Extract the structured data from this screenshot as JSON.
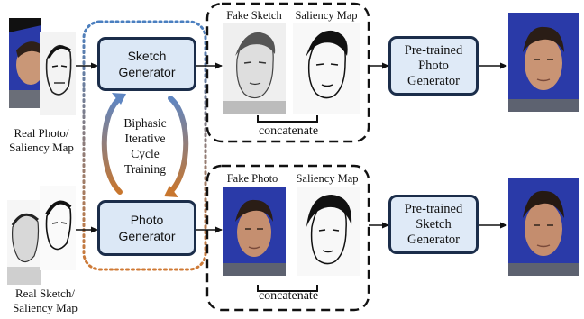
{
  "generators": {
    "sketch": [
      "Sketch",
      "Generator"
    ],
    "photo": [
      "Photo",
      "Generator"
    ],
    "pretrained_photo": [
      "Pre-trained",
      "Photo",
      "Generator"
    ],
    "pretrained_sketch": [
      "Pre-trained",
      "Sketch",
      "Generator"
    ]
  },
  "labels": {
    "real_photo": [
      "Real Photo/",
      "Saliency Map"
    ],
    "real_sketch": [
      "Real Sketch/",
      "Saliency Map"
    ],
    "fake_sketch": "Fake Sketch",
    "fake_photo": "Fake Photo",
    "saliency_map_top": "Saliency Map",
    "saliency_map_bottom": "Saliency Map",
    "concatenate_top": "concatenate",
    "concatenate_bottom": "concatenate"
  },
  "cycle": [
    "Biphasic",
    "Iterative",
    "Cycle",
    "Training"
  ],
  "colors": {
    "generator_border": "#1b2d4a",
    "generator_fill": "#dce8f6",
    "dotted_blue": "#4a7fc0",
    "dotted_orange": "#d07a35",
    "arrow_blue": "#5f86c2",
    "arrow_orange": "#c8762e",
    "photo_background": "#2a3aa8"
  }
}
